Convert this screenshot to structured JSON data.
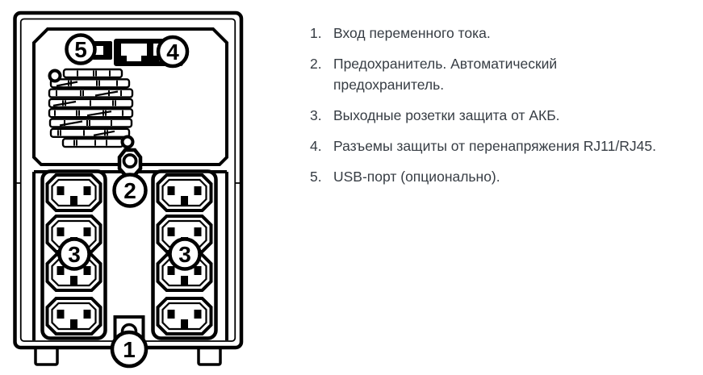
{
  "page": {
    "background_color": "#ffffff",
    "line_color": "#000000",
    "text_color": "#373d44"
  },
  "diagram": {
    "type": "ups-rear-panel-line-drawing",
    "callouts": [
      {
        "num": "1",
        "target": "ac-inlet"
      },
      {
        "num": "2",
        "target": "circuit-breaker"
      },
      {
        "num": "3",
        "target": "outlet-bank-left"
      },
      {
        "num": "3",
        "target": "outlet-bank-right"
      },
      {
        "num": "4",
        "target": "rj11-rj45-surge-ports"
      },
      {
        "num": "5",
        "target": "usb-port"
      }
    ],
    "icons": [
      "fan-grille-icon",
      "usb-port-icon",
      "rj-ports-icon",
      "circuit-breaker-icon",
      "ac-inlet-icon",
      "power-outlet-icon",
      "screw-icon",
      "foot-icon"
    ]
  },
  "legend": {
    "items": [
      {
        "num": "1.",
        "lines": [
          "Вход переменного тока."
        ]
      },
      {
        "num": "2.",
        "lines": [
          "Предохранитель. Автоматический",
          "предохранитель."
        ]
      },
      {
        "num": "3.",
        "lines": [
          "Выходные розетки защита от АКБ."
        ]
      },
      {
        "num": "4.",
        "lines": [
          "Разъемы защиты от перенапряжения RJ11/RJ45."
        ]
      },
      {
        "num": "5.",
        "lines": [
          "USB-порт (опционально)."
        ]
      }
    ]
  }
}
